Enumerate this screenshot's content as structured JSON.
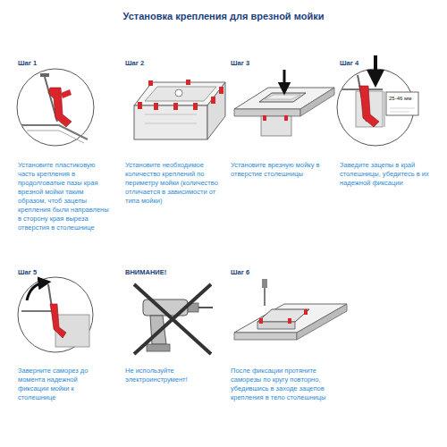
{
  "diagram": {
    "title": "Установка крепления для врезной мойки",
    "labels": [
      "Шаг 1",
      "Установите пластиковую часть крепления в продолговатые пазы края врезной мойки таким образом, чтоб зацепы крепления были направлены в сторону края выреза отверстия в столешнице",
      "Шаг 2",
      "Установите необходимое количество креплений по периметру мойки (количество отличается в зависимости от типа мойки)",
      "Шаг 3",
      "Установите врезную мойку в отверстие столешницы",
      "Шаг 4",
      "Заведите зацепы в край столешницы, убедитесь в их надежной фиксации",
      "25-46 мм",
      "Шаг 5",
      "Заверните саморез до момента надежной фиксации мойки к столешнице",
      "ВНИМАНИЕ!",
      "Не используйте электроинструмент!",
      "Шаг 6",
      "После фиксации протяните саморезы по кругу повторно, убедившись в заходе зацепов крепления в тело столешницы"
    ]
  }
}
